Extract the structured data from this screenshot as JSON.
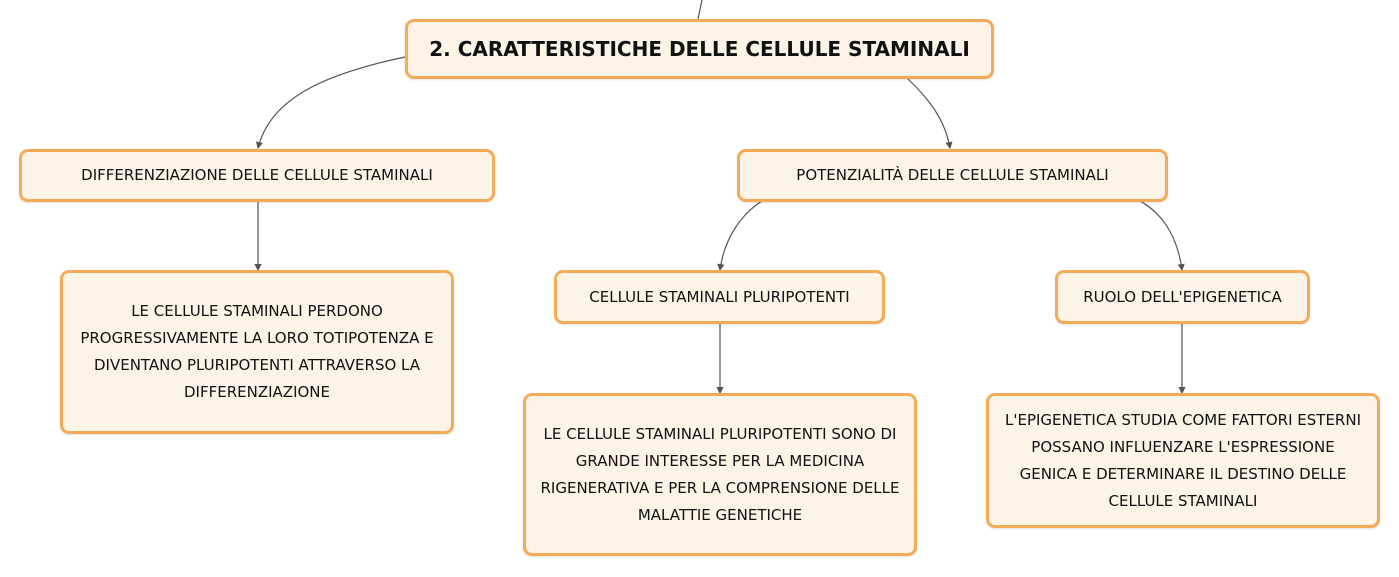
{
  "root": {
    "label": "2. CARATTERISTICHE DELLE CELLULE STAMINALI"
  },
  "branches": {
    "differenziazione": {
      "label": "DIFFERENZIAZIONE DELLE CELLULE STAMINALI",
      "detail": "LE CELLULE STAMINALI PERDONO PROGRESSIVAMENTE LA LORO TOTIPOTENZA E DIVENTANO PLURIPOTENTI ATTRAVERSO LA DIFFERENZIAZIONE"
    },
    "potenzialita": {
      "label": "POTENZIALITÀ DELLE CELLULE STAMINALI",
      "pluripotenti": {
        "label": "CELLULE STAMINALI PLURIPOTENTI",
        "detail": "LE CELLULE STAMINALI PLURIPOTENTI SONO DI GRANDE INTERESSE PER LA MEDICINA RIGENERATIVA E PER LA COMPRENSIONE DELLE MALATTIE GENETICHE"
      },
      "epigenetica": {
        "label": "RUOLO DELL'EPIGENETICA",
        "detail": "L'EPIGENETICA STUDIA COME FATTORI ESTERNI POSSANO INFLUENZARE L'ESPRESSIONE GENICA E DETERMINARE IL DESTINO DELLE CELLULE STAMINALI"
      }
    }
  },
  "colors": {
    "node_fill": "#fdf3e6",
    "node_border": "#f4ab58",
    "connector": "#555555"
  }
}
